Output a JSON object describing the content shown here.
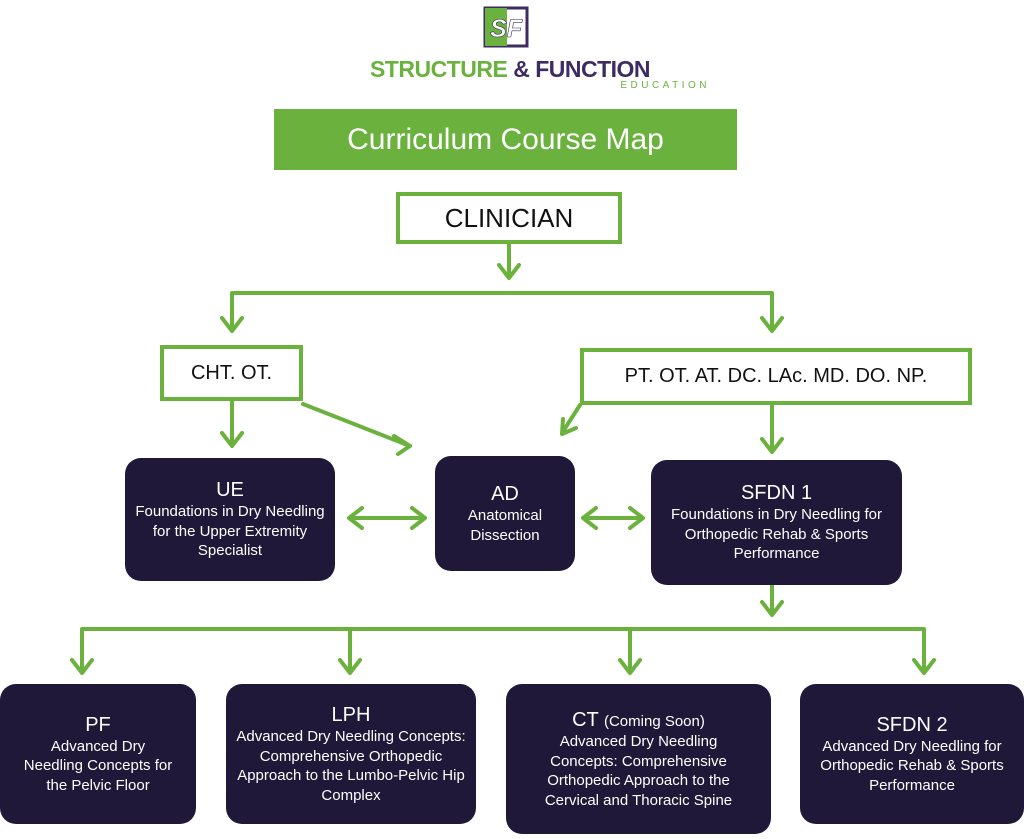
{
  "brand": {
    "logo_letters": "SF",
    "name_part1": "STRUCTURE ",
    "name_amp": "&",
    "name_part2": " FUNCTION",
    "subtitle": "EDUCATION"
  },
  "title": "Curriculum Course Map",
  "root": "CLINICIAN",
  "groups": {
    "left": "CHT. OT.",
    "right": "PT. OT. AT. DC. LAc. MD. DO. NP."
  },
  "courses": {
    "ue": {
      "code": "UE",
      "desc": "Foundations in Dry Needling for the Upper Extremity Specialist"
    },
    "ad": {
      "code": "AD",
      "desc": "Anatomical Dissection"
    },
    "sfdn1": {
      "code": "SFDN 1",
      "desc": "Foundations in Dry Needling for Orthopedic Rehab & Sports Performance"
    },
    "pf": {
      "code": "PF",
      "desc": "Advanced Dry Needling Concepts for the Pelvic Floor"
    },
    "lph": {
      "code": "LPH",
      "desc": "Advanced Dry Needling Concepts: Comprehensive Orthopedic Approach to the Lumbo-Pelvic Hip Complex"
    },
    "ct": {
      "code": "CT",
      "status": "(Coming Soon)",
      "desc": "Advanced Dry Needling Concepts: Comprehensive Orthopedic Approach to the Cervical and Thoracic Spine"
    },
    "sfdn2": {
      "code": "SFDN 2",
      "desc": "Advanced Dry Needling for Orthopedic Rehab & Sports Performance"
    }
  },
  "colors": {
    "green": "#6ab23d",
    "navy": "#1f1838",
    "purple": "#3d2b63"
  }
}
